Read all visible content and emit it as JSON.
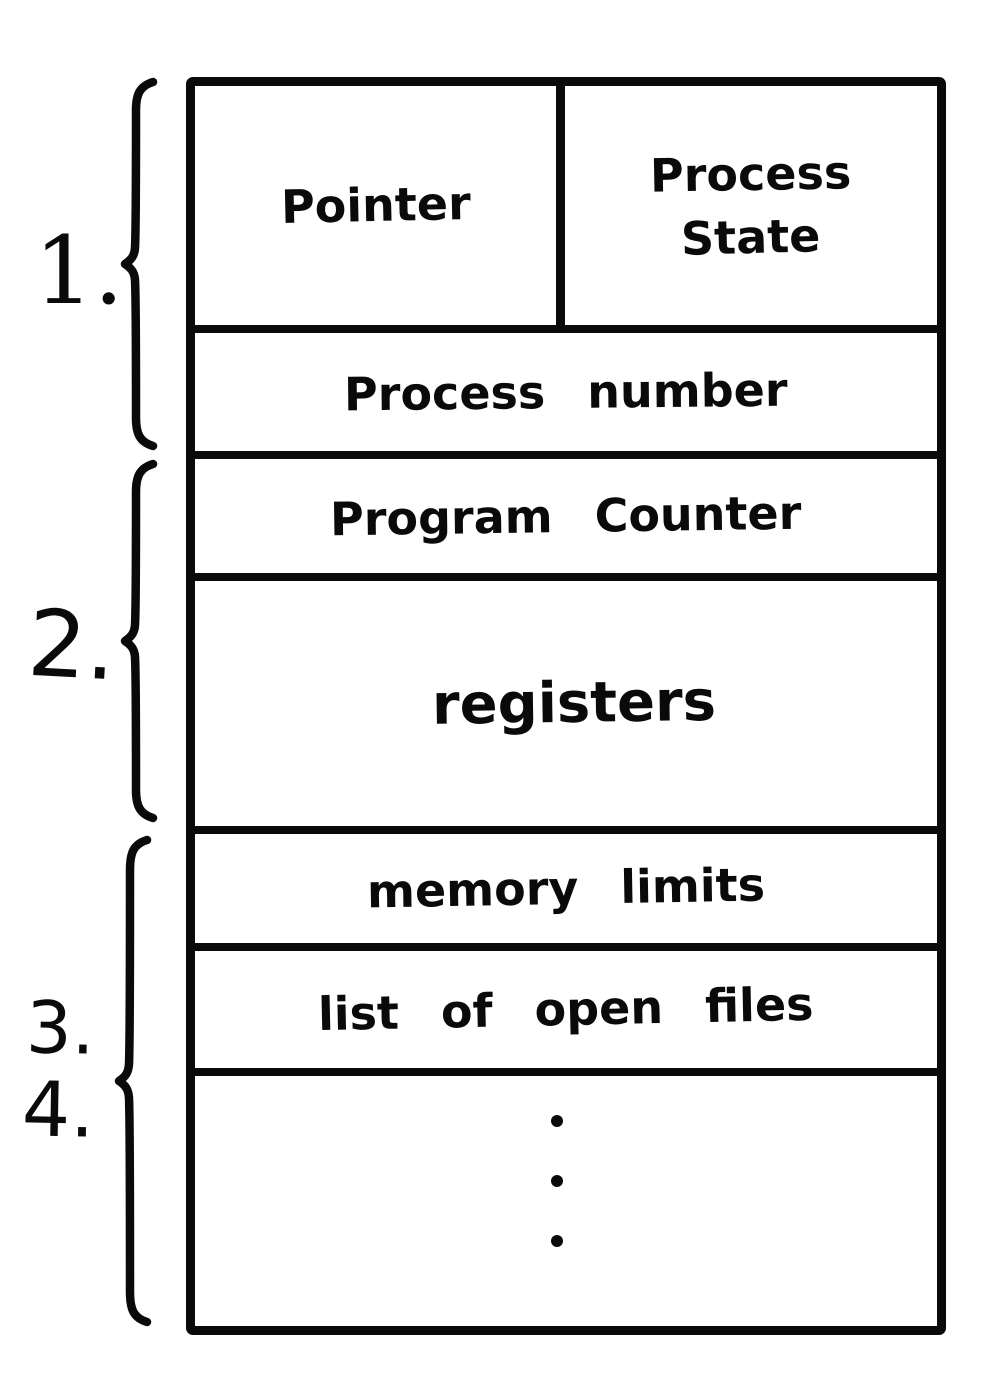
{
  "colors": {
    "ink": "#0a0a0a",
    "background": "#ffffff"
  },
  "group_labels": [
    {
      "text": "1."
    },
    {
      "text": "2."
    },
    {
      "text": "3."
    },
    {
      "text": "4."
    }
  ],
  "pcb": {
    "pointer": "Pointer",
    "process_state": {
      "line1": "Process",
      "line2": "State"
    },
    "process_number": "Process number",
    "program_counter": "Program Counter",
    "registers": "registers",
    "memory_limits": "memory limits",
    "open_files": "list of open files",
    "ellipsis_dot_count": 3
  }
}
